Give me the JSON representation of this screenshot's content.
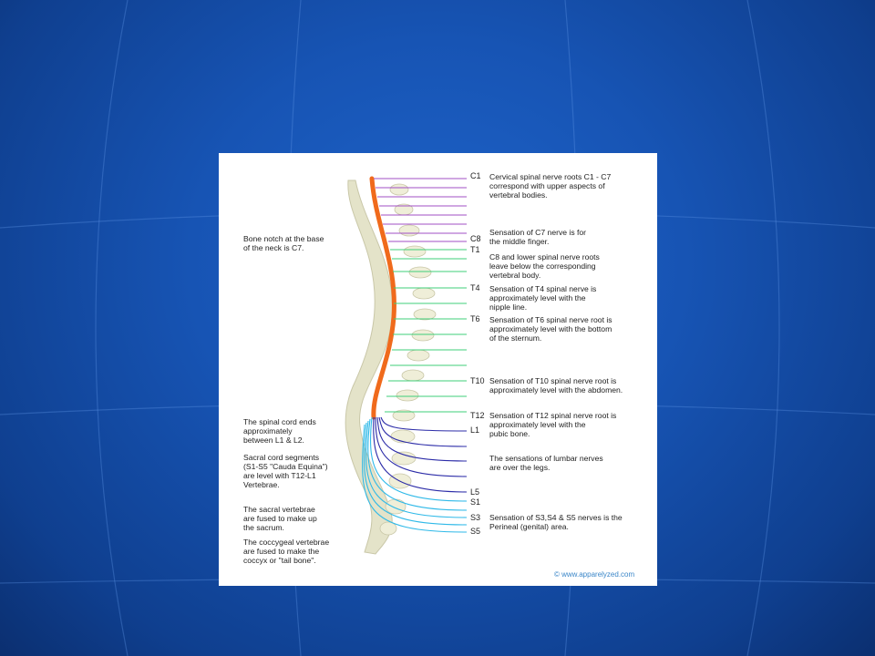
{
  "colors": {
    "background": "#1754b4",
    "cord": "#f06a1c",
    "cervical": "#a24fc6",
    "thoracic": "#3fcf7a",
    "lumbar": "#2c2ca8",
    "sacral": "#2fb9e8"
  },
  "levels": {
    "C1": "C1",
    "C8": "C8",
    "T1": "T1",
    "T4": "T4",
    "T6": "T6",
    "T10": "T10",
    "T12": "T12",
    "L1": "L1",
    "L5": "L5",
    "S1": "S1",
    "S3": "S3",
    "S5": "S5"
  },
  "right_notes": {
    "c1": "Cervical spinal nerve roots C1 - C7\ncorrespond with upper aspects of\nvertebral bodies.",
    "c7": "Sensation of C7 nerve is for\nthe middle finger.",
    "c8": "C8 and lower spinal nerve roots\nleave below the corresponding\nvertebral body.",
    "t4": "Sensation of T4 spinal nerve is\napproximately level with the\nnipple line.",
    "t6": "Sensation of T6 spinal nerve root is\napproximately level with the bottom\nof the sternum.",
    "t10": "Sensation of T10 spinal nerve root is\napproximately level with the abdomen.",
    "t12": "Sensation of T12 spinal nerve root is\napproximately level with the\npubic bone.",
    "lumbar": "The sensations of lumbar nerves\nare over the legs.",
    "sacral": "Sensation of S3,S4 & S5 nerves is the\nPerineal (genital) area."
  },
  "left_notes": {
    "neck": "Bone notch at the base\nof the neck is C7.",
    "cord_end": "The spinal cord ends\napproximately\nbetween L1 & L2.",
    "sacral_segments": "Sacral cord segments\n(S1-S5 \"Cauda Equina\")\nare level with T12-L1\nVertebrae.",
    "sacral_vertebrae": "The sacral vertebrae\nare fused to make up\nthe sacrum.",
    "coccygeal": "The coccygeal vertebrae\nare fused to make the\ncoccyx or \"tail bone\"."
  },
  "credit": "© www.apparelyzed.com"
}
